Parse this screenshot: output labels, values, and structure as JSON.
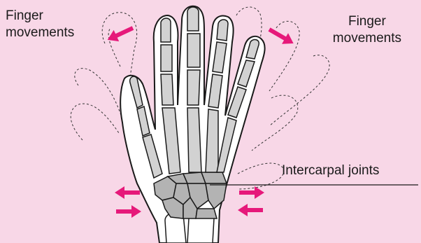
{
  "labels": {
    "finger_movements_left_line1": "Finger",
    "finger_movements_left_line2": "movements",
    "finger_movements_right_line1": "Finger",
    "finger_movements_right_line2": "movements",
    "intercarpal_joints": "Intercarpal joints"
  },
  "colors": {
    "background": "#f8d7e7",
    "arrow": "#e6197a",
    "bone": "#d2d2d2",
    "carpal": "#b3b3b3",
    "hand_fill": "#ffffff",
    "outline": "#1a1a1a"
  }
}
